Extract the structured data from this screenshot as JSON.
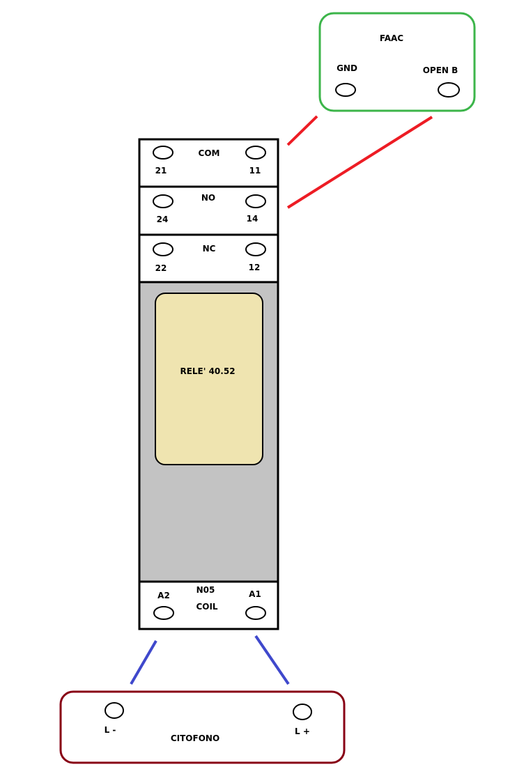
{
  "faac": {
    "title": "FAAC",
    "gnd": "GND",
    "open_b": "OPEN B",
    "border_color": "#3cb54a"
  },
  "relay": {
    "com": {
      "label": "COM",
      "left": "21",
      "right": "11"
    },
    "no": {
      "label": "NO",
      "left": "24",
      "right": "14"
    },
    "nc": {
      "label": "NC",
      "left": "22",
      "right": "12"
    },
    "body_label": "RELE' 40.52",
    "body_color": "#c3c3c3",
    "label_panel_color": "#efe4b0",
    "coil": {
      "top_label": "N05",
      "label": "COIL",
      "left": "A2",
      "right": "A1"
    }
  },
  "citofono": {
    "title": "CITOFONO",
    "l_minus": "L -",
    "l_plus": "L +",
    "border_color": "#880015"
  },
  "wires": {
    "faac_color": "#ed1c24",
    "citofono_color": "#3f48cc"
  }
}
